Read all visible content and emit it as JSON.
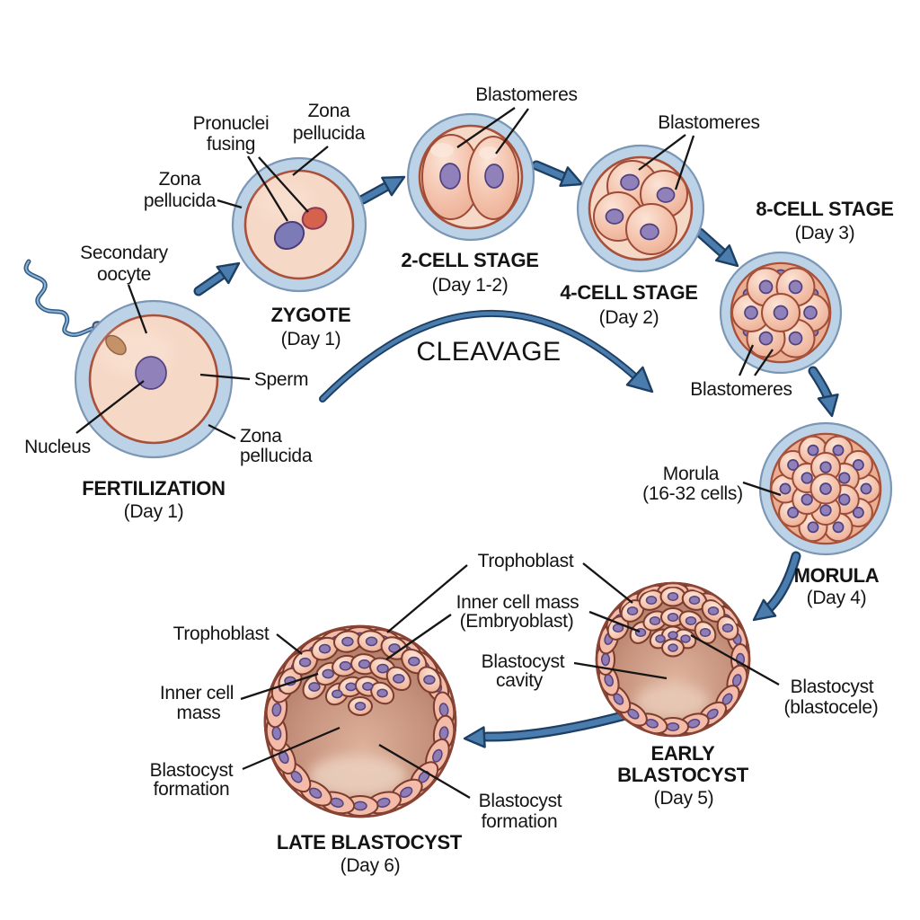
{
  "palette": {
    "background": "#ffffff",
    "arrow_fill": "#4a7dad",
    "arrow_outline": "#1d3f63",
    "zona_ring": "#bcd2e6",
    "zona_ring_edge": "#7b97b5",
    "cytoplasm": "#f6d8c6",
    "cell_fill": "#f3c0a9",
    "cell_outline": "#9d4b36",
    "nucleus_fill": "#9181ba",
    "nucleus_outline": "#51417e",
    "blastocyst_cavity": "#c8947e",
    "label_color": "#141414"
  },
  "cleavage_label": "CLEAVAGE",
  "stages": {
    "fertilization": {
      "title": "FERTILIZATION",
      "day": "(Day 1)"
    },
    "zygote": {
      "title": "ZYGOTE",
      "day": "(Day 1)"
    },
    "two_cell": {
      "title": "2-CELL STAGE",
      "day": "(Day 1-2)"
    },
    "four_cell": {
      "title": "4-CELL STAGE",
      "day": "(Day 2)"
    },
    "eight_cell": {
      "title": "8-CELL STAGE",
      "day": "(Day 3)"
    },
    "morula": {
      "title": "MORULA",
      "day": "(Day 4)"
    },
    "early_blastocyst": {
      "title_line1": "EARLY",
      "title_line2": "BLASTOCYST",
      "day": "(Day 5)"
    },
    "late_blastocyst": {
      "title": "LATE BLASTOCYST",
      "day": "(Day 6)"
    }
  },
  "callouts": {
    "pronuclei_fusing": {
      "line1": "Pronuclei",
      "line2": "fusing"
    },
    "zona_pellucida_zygote_upper": {
      "line1": "Zona",
      "line2": "pellucida"
    },
    "zona_pellucida_zygote_left": {
      "line1": "Zona",
      "line2": "pellucida"
    },
    "secondary_oocyte": {
      "line1": "Secondary",
      "line2": "oocyte"
    },
    "nucleus": {
      "text": "Nucleus"
    },
    "sperm": {
      "text": "Sperm"
    },
    "zona_pellucida_oocyte": {
      "line1": "Zona",
      "line2": "pellucida"
    },
    "blastomeres_two_cell": {
      "text": "Blastomeres"
    },
    "blastomeres_four_cell": {
      "text": "Blastomeres"
    },
    "blastomeres_eight_cell": {
      "text": "Blastomeres"
    },
    "morula_cells": {
      "line1": "Morula",
      "line2": "(16-32 cells)"
    },
    "trophoblast_mid": {
      "text": "Trophoblast"
    },
    "inner_cell_mass_mid": {
      "line1": "Inner cell mass",
      "line2": "(Embryoblast)"
    },
    "blastocyst_cavity": {
      "line1": "Blastocyst",
      "line2": "cavity"
    },
    "blastocyst_blastocele": {
      "line1": "Blastocyst",
      "line2": "(blastocele)"
    },
    "trophoblast_late": {
      "text": "Trophoblast"
    },
    "inner_cell_mass_late": {
      "line1": "Inner cell",
      "line2": "mass"
    },
    "blastocyst_formation_left": {
      "line1": "Blastocyst",
      "line2": "formation"
    },
    "blastocyst_formation_right": {
      "line1": "Blastocyst",
      "line2": "formation"
    }
  }
}
